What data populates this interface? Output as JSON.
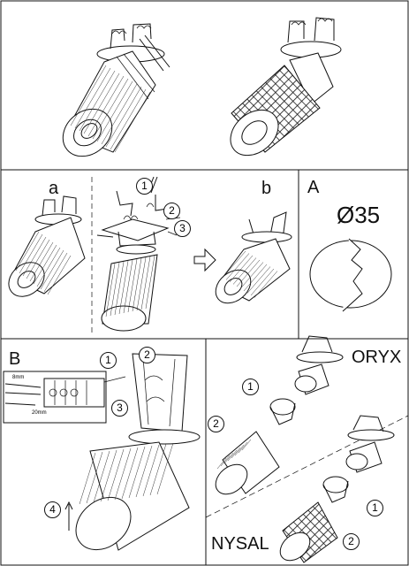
{
  "panels": {
    "a": "a",
    "b": "b",
    "A": "A",
    "B": "B"
  },
  "diameter_label": "Ø35",
  "callouts": {
    "c1": "1",
    "c2": "2",
    "c3": "3",
    "b1": "1",
    "b2": "2",
    "b3": "3",
    "b4": "4",
    "o1": "1",
    "o2": "2",
    "n1": "1",
    "n2": "2"
  },
  "wiring": {
    "strip_length": "8mm",
    "insert_length": "20mm"
  },
  "variants": {
    "top": "ORYX",
    "bottom": "NYSAL"
  }
}
